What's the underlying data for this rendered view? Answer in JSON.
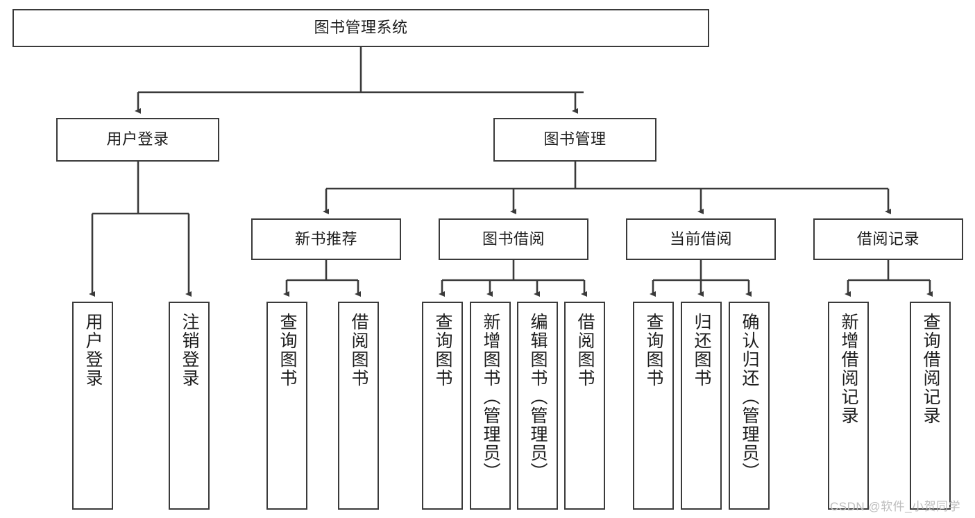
{
  "diagram": {
    "type": "tree",
    "title": "图书管理系统",
    "root": {
      "label": "图书管理系统"
    },
    "level2": [
      {
        "label": "用户登录"
      },
      {
        "label": "图书管理"
      }
    ],
    "level3": [
      {
        "label": "新书推荐"
      },
      {
        "label": "图书借阅"
      },
      {
        "label": "当前借阅"
      },
      {
        "label": "借阅记录"
      }
    ],
    "leaves": {
      "user_login": [
        {
          "label": "用户登录"
        },
        {
          "label": "注销登录"
        }
      ],
      "new_book_recommend": [
        {
          "label": "查询图书"
        },
        {
          "label": "借阅图书"
        }
      ],
      "book_borrow": [
        {
          "label": "查询图书"
        },
        {
          "label": "新增图书（管理员）"
        },
        {
          "label": "编辑图书（管理员）"
        },
        {
          "label": "借阅图书"
        }
      ],
      "current_borrow": [
        {
          "label": "查询图书"
        },
        {
          "label": "归还图书"
        },
        {
          "label": "确认归还（管理员）"
        }
      ],
      "borrow_record": [
        {
          "label": "新增借阅记录"
        },
        {
          "label": "查询借阅记录"
        }
      ]
    }
  },
  "watermark": {
    "text": "CSDN @软件_小贺同学"
  },
  "colors": {
    "stroke": "#3a3a3a",
    "text": "#1d1d1d",
    "background": "#ffffff",
    "watermark": "#bdbdbd"
  }
}
